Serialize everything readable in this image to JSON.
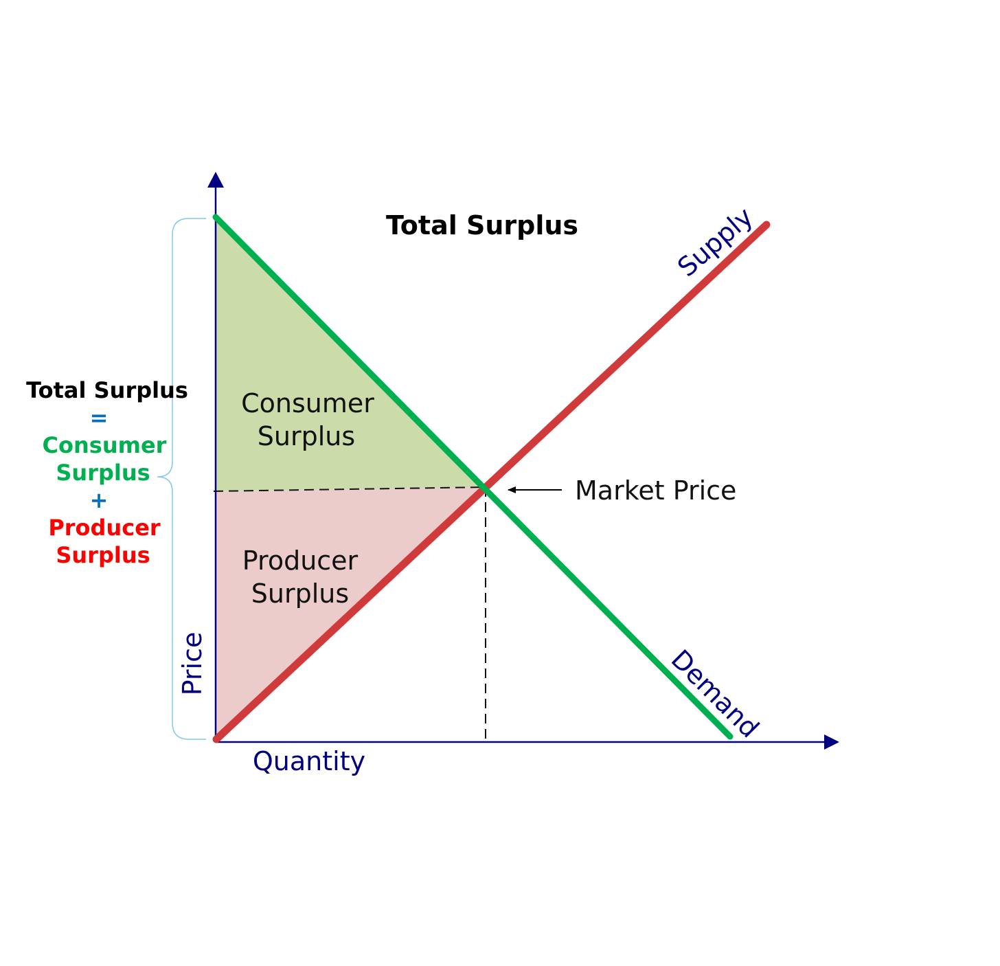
{
  "diagram": {
    "title": "Total Surplus",
    "axes": {
      "x_label": "Quantity",
      "y_label": "Price"
    },
    "curves": {
      "supply_label": "Supply",
      "demand_label": "Demand"
    },
    "regions": {
      "consumer_line1": "Consumer",
      "consumer_line2": "Surplus",
      "producer_line1": "Producer",
      "producer_line2": "Surplus"
    },
    "annotation": {
      "market_price": "Market Price"
    },
    "equation": {
      "line1": "Total Surplus",
      "line2": "=",
      "line3": "Consumer",
      "line4": "Surplus",
      "line5": "+",
      "line6": "Producer",
      "line7": "Surplus"
    }
  },
  "colors": {
    "axis": "#000080",
    "demand": "#00b050",
    "supply": "#d13a3a",
    "consumer_fill": "#cbdba9",
    "producer_fill": "#ecccca",
    "operator": "#0070c0",
    "consumer_text": "#00b050",
    "producer_text": "#ff0000",
    "brace": "#7fc8e6"
  }
}
